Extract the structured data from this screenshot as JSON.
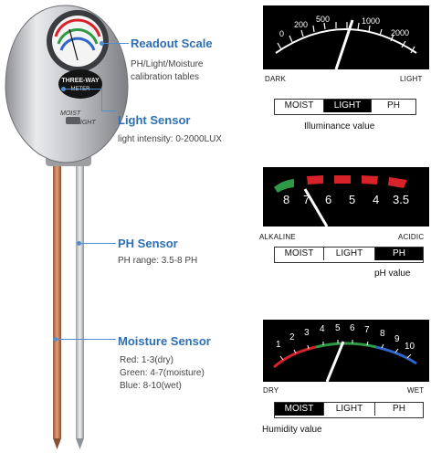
{
  "device": {
    "brand_text": "THREE-WAY",
    "meter_text": "METER",
    "switch_top": "MOIST",
    "switch_bottom": "LIGHT"
  },
  "labels": [
    {
      "title": "Readout Scale",
      "desc": [
        "PH/Light/Moisture",
        "calibration tables"
      ]
    },
    {
      "title": "Light Sensor",
      "desc": [
        "light intensity: 0-2000LUX"
      ]
    },
    {
      "title": "PH Sensor",
      "desc": [
        "PH range: 3.5-8 PH"
      ]
    },
    {
      "title": "Moisture Sensor",
      "desc": [
        "Red: 1-3(dry)",
        "Green: 4-7(moisture)",
        "Blue: 8-10(wet)"
      ]
    }
  ],
  "light_gauge": {
    "ticks": [
      "0",
      "200",
      "500",
      "1000",
      "2000"
    ],
    "left_label": "DARK",
    "right_label": "LIGHT",
    "modes": [
      "MOIST",
      "LIGHT",
      "PH"
    ],
    "active_mode": 1,
    "caption": "Illuminance value"
  },
  "ph_gauge": {
    "ticks": [
      "8",
      "7",
      "6",
      "5",
      "4",
      "3.5"
    ],
    "left_label": "ALKALINE",
    "right_label": "ACIDIC",
    "modes": [
      "MOIST",
      "LIGHT",
      "PH"
    ],
    "active_mode": 2,
    "caption": "pH value"
  },
  "moist_gauge": {
    "ticks": [
      "1",
      "2",
      "3",
      "4",
      "5",
      "6",
      "7",
      "8",
      "9",
      "10"
    ],
    "left_label": "DRY",
    "right_label": "WET",
    "modes": [
      "MOIST",
      "LIGHT",
      "PH"
    ],
    "active_mode": 0,
    "caption": "Humidity value"
  },
  "colors": {
    "label_blue": "#2e6fb2",
    "scale_red": "#d8222a",
    "scale_green": "#2f9a46",
    "scale_blue": "#2f66c7"
  }
}
